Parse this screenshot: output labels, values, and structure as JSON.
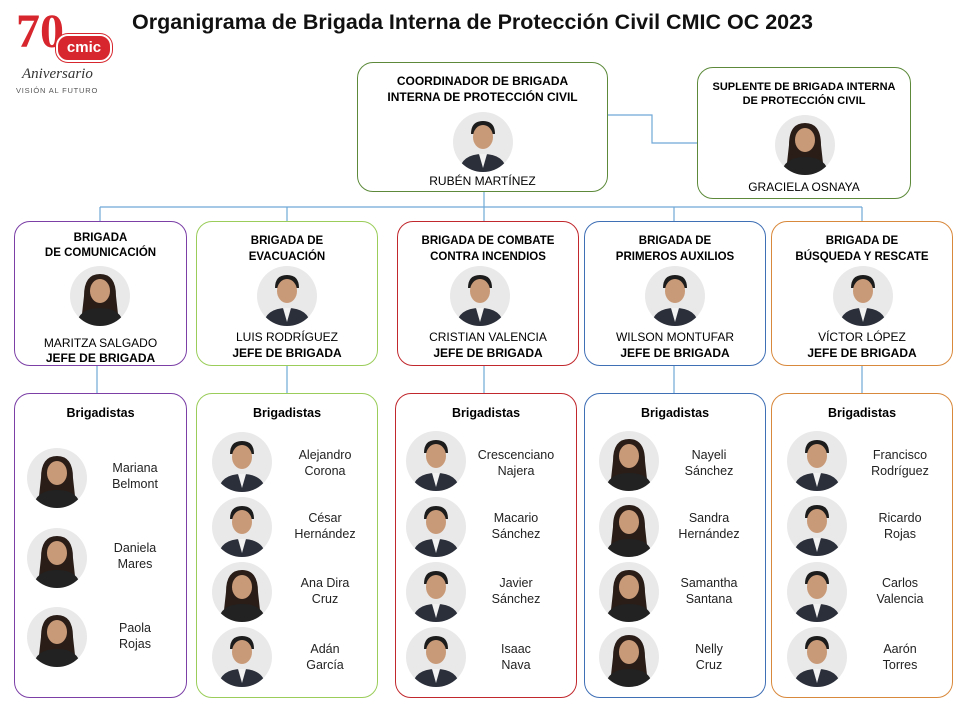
{
  "title": "Organigrama de Brigada Interna de Protección Civil  CMIC OC 2023",
  "logo": {
    "number": "70",
    "brand": "cmic",
    "script": "Aniversario",
    "tagline": "VISIÓN AL FUTURO"
  },
  "coordinator": {
    "title_line1": "COORDINADOR DE BRIGADA",
    "title_line2": "INTERNA DE PROTECCIÓN CIVIL",
    "name": "RUBÉN MARTÍNEZ"
  },
  "substitute": {
    "title_line1": "SUPLENTE DE BRIGADA INTERNA",
    "title_line2": "DE PROTECCIÓN CIVIL",
    "name": "GRACIELA OSNAYA"
  },
  "brigades": [
    {
      "title_line1": "BRIGADA",
      "title_line2": "DE COMUNICACIÓN",
      "leader": "MARITZA  SALGADO",
      "role": "JEFE DE BRIGADA",
      "color": "#7b3fa6",
      "members_heading": "Brigadistas",
      "members": [
        {
          "first": "Mariana",
          "last": "Belmont"
        },
        {
          "first": "Daniela",
          "last": "Mares"
        },
        {
          "first": "Paola",
          "last": "Rojas"
        }
      ]
    },
    {
      "title_line1": "BRIGADA DE",
      "title_line2": "EVACUACIÓN",
      "leader": "LUIS RODRÍGUEZ",
      "role": "JEFE DE BRIGADA",
      "color": "#9acd5a",
      "members_heading": "Brigadistas",
      "members": [
        {
          "first": "Alejandro",
          "last": "Corona"
        },
        {
          "first": "César",
          "last": "Hernández"
        },
        {
          "first": "Ana Dira",
          "last": "Cruz"
        },
        {
          "first": "Adán",
          "last": "García"
        }
      ]
    },
    {
      "title_line1": "BRIGADA DE COMBATE",
      "title_line2": "CONTRA INCENDIOS",
      "leader": "CRISTIAN VALENCIA",
      "role": "JEFE DE BRIGADA",
      "color": "#c0282d",
      "members_heading": "Brigadistas",
      "members": [
        {
          "first": "Crescenciano",
          "last": "Najera"
        },
        {
          "first": "Macario",
          "last": "Sánchez"
        },
        {
          "first": "Javier",
          "last": "Sánchez"
        },
        {
          "first": "Isaac",
          "last": "Nava"
        }
      ]
    },
    {
      "title_line1": "BRIGADA DE",
      "title_line2": "PRIMEROS AUXILIOS",
      "leader": "WILSON MONTUFAR",
      "role": "JEFE DE BRIGADA",
      "color": "#3f6fb5",
      "members_heading": "Brigadistas",
      "members": [
        {
          "first": "Nayeli",
          "last": "Sánchez"
        },
        {
          "first": "Sandra",
          "last": "Hernández"
        },
        {
          "first": "Samantha",
          "last": "Santana"
        },
        {
          "first": "Nelly",
          "last": "Cruz"
        }
      ]
    },
    {
      "title_line1": "BRIGADA DE",
      "title_line2": "BÚSQUEDA  Y RESCATE",
      "leader": "VÍCTOR LÓPEZ",
      "role": "JEFE DE BRIGADA",
      "color": "#d9893c",
      "members_heading": "Brigadistas",
      "members": [
        {
          "first": "Francisco",
          "last": "Rodríguez"
        },
        {
          "first": "Ricardo",
          "last": "Rojas"
        },
        {
          "first": "Carlos",
          "last": "Valencia"
        },
        {
          "first": "Aarón",
          "last": "Torres"
        }
      ]
    }
  ],
  "colors": {
    "coordinator_border": "#5c8a3a",
    "connector": "#6fa8d6",
    "logo_red": "#d7262d"
  }
}
